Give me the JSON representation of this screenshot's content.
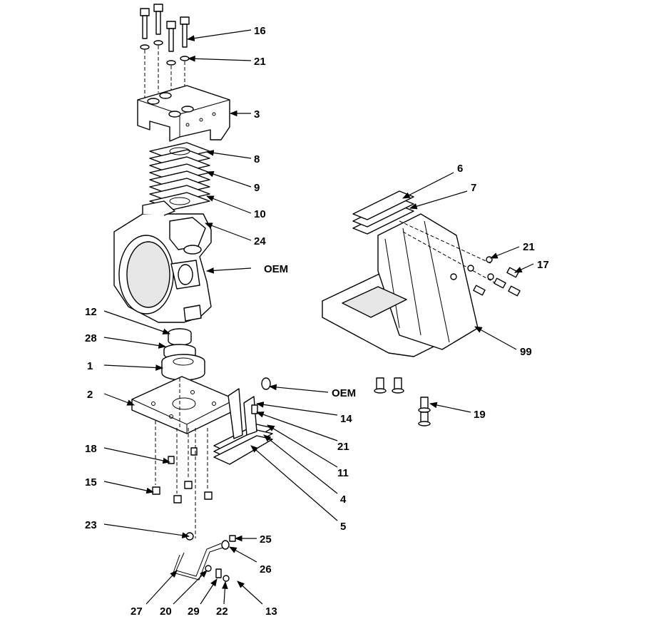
{
  "callouts": {
    "c16": "16",
    "c21a": "21",
    "c3": "3",
    "c8": "8",
    "c9": "9",
    "c10": "10",
    "c24": "24",
    "oem1": "OEM",
    "c12": "12",
    "c28": "28",
    "c1": "1",
    "c2": "2",
    "c18": "18",
    "c15": "15",
    "c23": "23",
    "c27": "27",
    "c20": "20",
    "c29": "29",
    "c22": "22",
    "c13": "13",
    "c26": "26",
    "c25": "25",
    "c5": "5",
    "c4": "4",
    "c11": "11",
    "c21b": "21",
    "c14": "14",
    "oem2": "OEM",
    "c6": "6",
    "c7": "7",
    "c21c": "21",
    "c17": "17",
    "c99": "99",
    "c19": "19"
  },
  "colors": {
    "ink": "#000000",
    "paper": "#ffffff",
    "shade": "#e6e6e6"
  }
}
